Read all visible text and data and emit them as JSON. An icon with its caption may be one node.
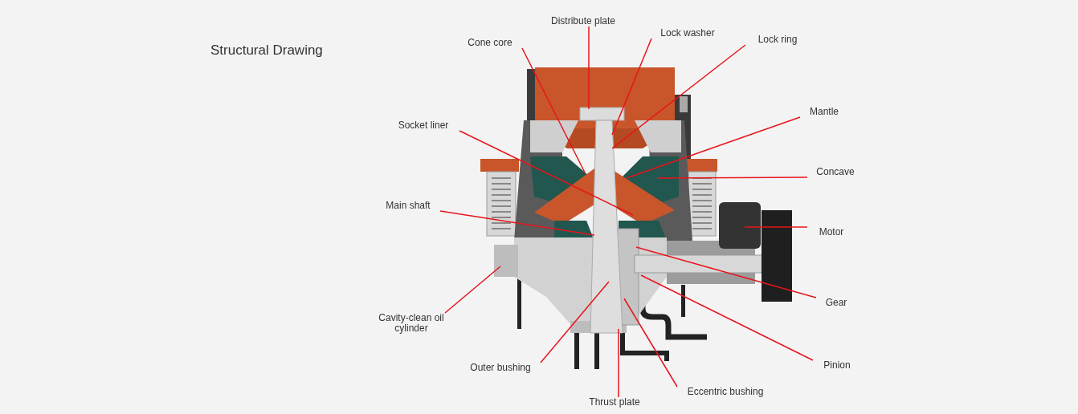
{
  "diagram": {
    "title": "Structural Drawing",
    "nodes": [
      {
        "text": [
          "Distribute plate"
        ]
      },
      {
        "text": [
          "Cone core"
        ]
      },
      {
        "text": [
          "Lock washer"
        ]
      },
      {
        "text": [
          "Lock ring"
        ]
      },
      {
        "text": [
          "Socket liner"
        ]
      },
      {
        "text": [
          "Mantle"
        ]
      },
      {
        "text": [
          "Concave"
        ]
      },
      {
        "text": [
          "Main shaft"
        ]
      },
      {
        "text": [
          "Motor"
        ]
      },
      {
        "text": [
          "Cavity-clean oil cylinder"
        ]
      },
      {
        "text": [
          "Gear"
        ]
      },
      {
        "text": [
          "Outer bushing"
        ]
      },
      {
        "text": [
          "Pinion"
        ]
      },
      {
        "text": [
          "Thrust plate"
        ]
      },
      {
        "text": [
          "Eccentric bushing"
        ]
      }
    ],
    "edges": [
      {
        "from": 0,
        "to": null,
        "arrow": "none"
      },
      {
        "from": 1,
        "to": null,
        "arrow": "none"
      },
      {
        "from": 2,
        "to": null,
        "arrow": "none"
      },
      {
        "from": 3,
        "to": null,
        "arrow": "none"
      },
      {
        "from": 4,
        "to": null,
        "arrow": "none"
      },
      {
        "from": 5,
        "to": null,
        "arrow": "none"
      },
      {
        "from": 6,
        "to": null,
        "arrow": "none"
      },
      {
        "from": 7,
        "to": null,
        "arrow": "none"
      },
      {
        "from": 8,
        "to": null,
        "arrow": "none"
      },
      {
        "from": 9,
        "to": null,
        "arrow": "none"
      },
      {
        "from": 10,
        "to": null,
        "arrow": "none"
      },
      {
        "from": 11,
        "to": null,
        "arrow": "none"
      },
      {
        "from": 12,
        "to": null,
        "arrow": "none"
      },
      {
        "from": 13,
        "to": null,
        "arrow": "none"
      },
      {
        "from": 14,
        "to": null,
        "arrow": "none"
      }
    ]
  }
}
